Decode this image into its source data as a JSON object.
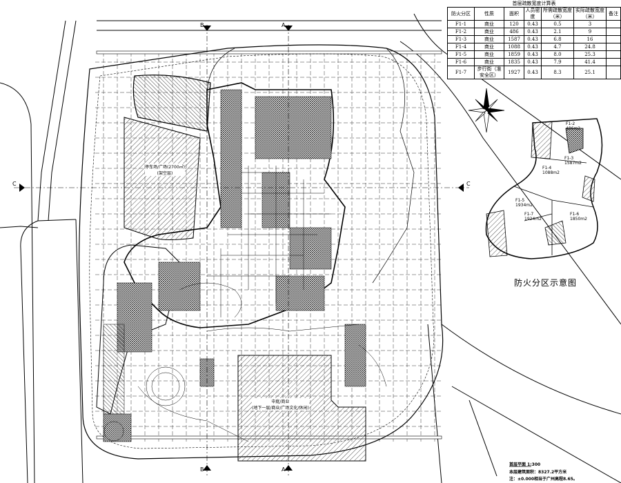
{
  "fire_table": {
    "caption": "首层疏散宽度计算表",
    "headers": [
      "防火分区",
      "性质",
      "面积",
      "人员密度",
      "所需疏散宽度（米）",
      "实际疏散宽度（米）",
      "备注"
    ],
    "rows": [
      [
        "F1-1",
        "商业",
        "120",
        "0.43",
        "0.5",
        "3",
        ""
      ],
      [
        "F1-2",
        "商业",
        "486",
        "0.43",
        "2.1",
        "9",
        ""
      ],
      [
        "F1-3",
        "商业",
        "1587",
        "0.43",
        "6.8",
        "16",
        ""
      ],
      [
        "F1-4",
        "商业",
        "1088",
        "0.43",
        "4.7",
        "24.8",
        ""
      ],
      [
        "F1-5",
        "商业",
        "1859",
        "0.43",
        "8.0",
        "25.3",
        ""
      ],
      [
        "F1-6",
        "商业",
        "1835",
        "0.43",
        "7.9",
        "41.4",
        ""
      ],
      [
        "F1-7",
        "步行街（准安全区）",
        "1927",
        "0.43",
        "8.3",
        "25.1",
        ""
      ]
    ]
  },
  "inset": {
    "title": "防火分区示意图",
    "zones": [
      {
        "id": "F1-2",
        "area": "486m2"
      },
      {
        "id": "F1-3",
        "area": "1587m2"
      },
      {
        "id": "F1-4",
        "area": "1088m2"
      },
      {
        "id": "F1-5",
        "area": "1934m2"
      },
      {
        "id": "F1-7",
        "area": "1924m2"
      },
      {
        "id": "F1-6",
        "area": "1850m2"
      }
    ]
  },
  "section_marks": {
    "b": "B",
    "a": "A",
    "c": "C"
  },
  "plan_labels": {
    "left_block": "停车场/广场(2700㎡)",
    "left_block_sub": "(架空层)",
    "center_block": "中庭/商业",
    "center_block_sub": "(地下一层/商业/广场文化/休闲)"
  },
  "title_block": {
    "line1": "首层平面  1:300",
    "line2": "本层建筑面积：8327.2平方米",
    "line3": "注：±0.000相当于广州高程8.65。"
  },
  "colors": {
    "line": "#000000",
    "hatch": "#333333",
    "paper": "#ffffff"
  }
}
